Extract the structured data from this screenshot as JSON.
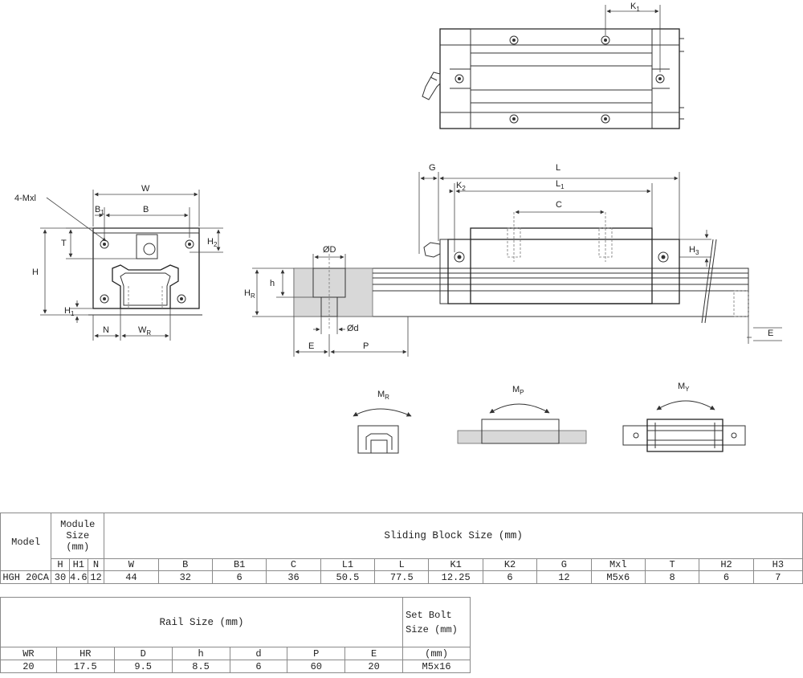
{
  "drawing": {
    "labels": {
      "K1": "K",
      "K1_sub": "1",
      "Mxl": "4-Mxl",
      "W": "W",
      "B1": "B",
      "B1_sub": "1",
      "B": "B",
      "T": "T",
      "H2": "H",
      "H2_sub": "2",
      "H": "H",
      "H1": "H",
      "H1_sub": "1",
      "N": "N",
      "WR": "W",
      "WR_sub": "R",
      "G": "G",
      "L": "L",
      "K2": "K",
      "K2_sub": "2",
      "L1": "L",
      "L1_sub": "1",
      "C": "C",
      "H3": "H",
      "H3_sub": "3",
      "phiD": "ØD",
      "HR": "H",
      "HR_sub": "R",
      "h": "h",
      "phid": "Ød",
      "E_left": "E",
      "P": "P",
      "E_right": "E",
      "MR": "M",
      "MR_sub": "R",
      "MP": "M",
      "MP_sub": "P",
      "MY": "M",
      "MY_sub": "Y"
    }
  },
  "table1": {
    "model_header": "Model",
    "module_header_lines": [
      "Module",
      "Size",
      "(mm)"
    ],
    "block_header": "Sliding Block Size (mm)",
    "columns": [
      "H",
      "H1",
      "N",
      "W",
      "B",
      "B1",
      "C",
      "L1",
      "L",
      "K1",
      "K2",
      "G",
      "Mxl",
      "T",
      "H2",
      "H3"
    ],
    "rows": [
      {
        "model": "HGH 20CA",
        "values": [
          "30",
          "4.6",
          "12",
          "44",
          "32",
          "6",
          "36",
          "50.5",
          "77.5",
          "12.25",
          "6",
          "12",
          "M5x6",
          "8",
          "6",
          "7"
        ]
      }
    ]
  },
  "table2": {
    "rail_header": "Rail Size (mm)",
    "bolt_header_lines": [
      "Set Bolt",
      "Size (mm)"
    ],
    "columns": [
      "WR",
      "HR",
      "D",
      "h",
      "d",
      "P",
      "E",
      "(mm)"
    ],
    "rows": [
      {
        "values": [
          "20",
          "17.5",
          "9.5",
          "8.5",
          "6",
          "60",
          "20",
          "M5x16"
        ]
      }
    ]
  }
}
